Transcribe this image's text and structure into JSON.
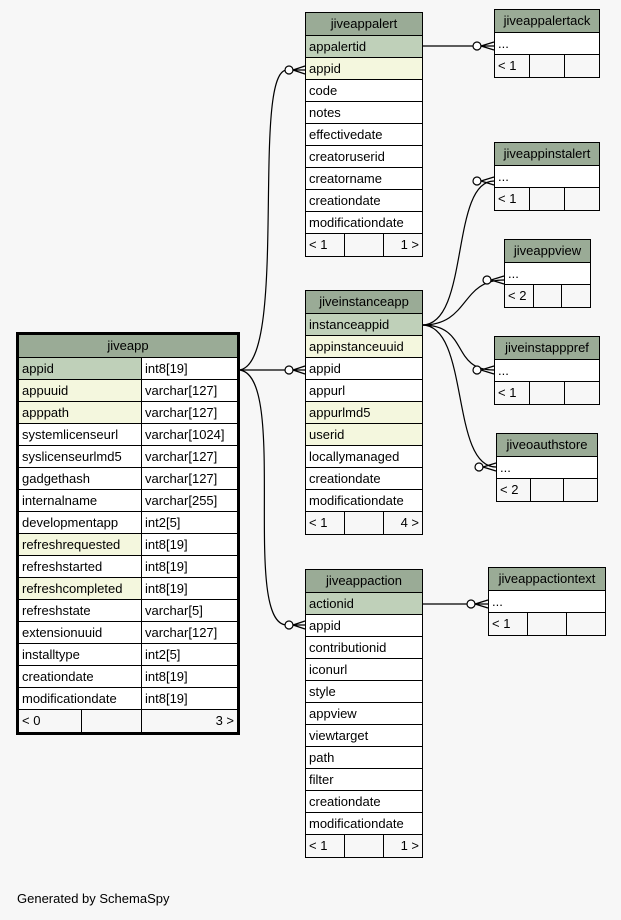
{
  "diagram": {
    "footer_text": "Generated by SchemaSpy",
    "colors": {
      "header": "#9aab96",
      "primary_key": "#bfd0b9",
      "foreign_key": "#f4f7de",
      "plain": "#ffffff",
      "background": "#f7f7f7"
    }
  },
  "tables": {
    "jiveapp": {
      "name": "jiveapp",
      "rows": [
        {
          "col": "appid",
          "type": "int8[19]",
          "kind": "pk"
        },
        {
          "col": "appuuid",
          "type": "varchar[127]",
          "kind": "fk"
        },
        {
          "col": "apppath",
          "type": "varchar[127]",
          "kind": "fk"
        },
        {
          "col": "systemlicenseurl",
          "type": "varchar[1024]",
          "kind": "plain"
        },
        {
          "col": "syslicenseurlmd5",
          "type": "varchar[127]",
          "kind": "plain"
        },
        {
          "col": "gadgethash",
          "type": "varchar[127]",
          "kind": "plain"
        },
        {
          "col": "internalname",
          "type": "varchar[255]",
          "kind": "plain"
        },
        {
          "col": "developmentapp",
          "type": "int2[5]",
          "kind": "plain"
        },
        {
          "col": "refreshrequested",
          "type": "int8[19]",
          "kind": "fk"
        },
        {
          "col": "refreshstarted",
          "type": "int8[19]",
          "kind": "plain"
        },
        {
          "col": "refreshcompleted",
          "type": "int8[19]",
          "kind": "fk"
        },
        {
          "col": "refreshstate",
          "type": "varchar[5]",
          "kind": "plain"
        },
        {
          "col": "extensionuuid",
          "type": "varchar[127]",
          "kind": "plain"
        },
        {
          "col": "installtype",
          "type": "int2[5]",
          "kind": "plain"
        },
        {
          "col": "creationdate",
          "type": "int8[19]",
          "kind": "plain"
        },
        {
          "col": "modificationdate",
          "type": "int8[19]",
          "kind": "plain"
        }
      ],
      "footer": {
        "parents": "< 0",
        "mid": "",
        "children": "3 >"
      }
    },
    "jiveappalert": {
      "name": "jiveappalert",
      "rows": [
        {
          "col": "appalertid",
          "kind": "pk"
        },
        {
          "col": "appid",
          "kind": "fk"
        },
        {
          "col": "code",
          "kind": "plain"
        },
        {
          "col": "notes",
          "kind": "plain"
        },
        {
          "col": "effectivedate",
          "kind": "plain"
        },
        {
          "col": "creatoruserid",
          "kind": "plain"
        },
        {
          "col": "creatorname",
          "kind": "plain"
        },
        {
          "col": "creationdate",
          "kind": "plain"
        },
        {
          "col": "modificationdate",
          "kind": "plain"
        }
      ],
      "footer": {
        "parents": "< 1",
        "mid": "",
        "children": "1 >"
      }
    },
    "jiveinstanceapp": {
      "name": "jiveinstanceapp",
      "rows": [
        {
          "col": "instanceappid",
          "kind": "pk"
        },
        {
          "col": "appinstanceuuid",
          "kind": "fk"
        },
        {
          "col": "appid",
          "kind": "plain"
        },
        {
          "col": "appurl",
          "kind": "plain"
        },
        {
          "col": "appurlmd5",
          "kind": "fk"
        },
        {
          "col": "userid",
          "kind": "fk"
        },
        {
          "col": "locallymanaged",
          "kind": "plain"
        },
        {
          "col": "creationdate",
          "kind": "plain"
        },
        {
          "col": "modificationdate",
          "kind": "plain"
        }
      ],
      "footer": {
        "parents": "< 1",
        "mid": "",
        "children": "4 >"
      }
    },
    "jiveappaction": {
      "name": "jiveappaction",
      "rows": [
        {
          "col": "actionid",
          "kind": "pk"
        },
        {
          "col": "appid",
          "kind": "plain"
        },
        {
          "col": "contributionid",
          "kind": "plain"
        },
        {
          "col": "iconurl",
          "kind": "plain"
        },
        {
          "col": "style",
          "kind": "plain"
        },
        {
          "col": "appview",
          "kind": "plain"
        },
        {
          "col": "viewtarget",
          "kind": "plain"
        },
        {
          "col": "path",
          "kind": "plain"
        },
        {
          "col": "filter",
          "kind": "plain"
        },
        {
          "col": "creationdate",
          "kind": "plain"
        },
        {
          "col": "modificationdate",
          "kind": "plain"
        }
      ],
      "footer": {
        "parents": "< 1",
        "mid": "",
        "children": "1 >"
      }
    },
    "jiveappalertack": {
      "name": "jiveappalertack",
      "rows": [
        {
          "col": "...",
          "kind": "plain"
        }
      ],
      "footer": {
        "parents": "< 1",
        "mid": "",
        "children": ""
      }
    },
    "jiveappinstalert": {
      "name": "jiveappinstalert",
      "rows": [
        {
          "col": "...",
          "kind": "plain"
        }
      ],
      "footer": {
        "parents": "< 1",
        "mid": "",
        "children": ""
      }
    },
    "jiveappview": {
      "name": "jiveappview",
      "rows": [
        {
          "col": "...",
          "kind": "plain"
        }
      ],
      "footer": {
        "parents": "< 2",
        "mid": "",
        "children": ""
      }
    },
    "jiveinstapppref": {
      "name": "jiveinstapppref",
      "rows": [
        {
          "col": "...",
          "kind": "plain"
        }
      ],
      "footer": {
        "parents": "< 1",
        "mid": "",
        "children": ""
      }
    },
    "jiveoauthstore": {
      "name": "jiveoauthstore",
      "rows": [
        {
          "col": "...",
          "kind": "plain"
        }
      ],
      "footer": {
        "parents": "< 2",
        "mid": "",
        "children": ""
      }
    },
    "jiveappactiontext": {
      "name": "jiveappactiontext",
      "rows": [
        {
          "col": "...",
          "kind": "plain"
        }
      ],
      "footer": {
        "parents": "< 1",
        "mid": "",
        "children": ""
      }
    }
  },
  "relationships": [
    {
      "from": "jiveapp.appid",
      "to": "jiveappalert.appid"
    },
    {
      "from": "jiveapp.appid",
      "to": "jiveinstanceapp.appid"
    },
    {
      "from": "jiveapp.appid",
      "to": "jiveappaction.appid"
    },
    {
      "from": "jiveappalert.appalertid",
      "to": "jiveappalertack"
    },
    {
      "from": "jiveinstanceapp.instanceappid",
      "to": "jiveappinstalert"
    },
    {
      "from": "jiveinstanceapp.instanceappid",
      "to": "jiveappview"
    },
    {
      "from": "jiveinstanceapp.instanceappid",
      "to": "jiveinstapppref"
    },
    {
      "from": "jiveinstanceapp.instanceappid",
      "to": "jiveoauthstore"
    },
    {
      "from": "jiveappaction.actionid",
      "to": "jiveappactiontext"
    }
  ]
}
